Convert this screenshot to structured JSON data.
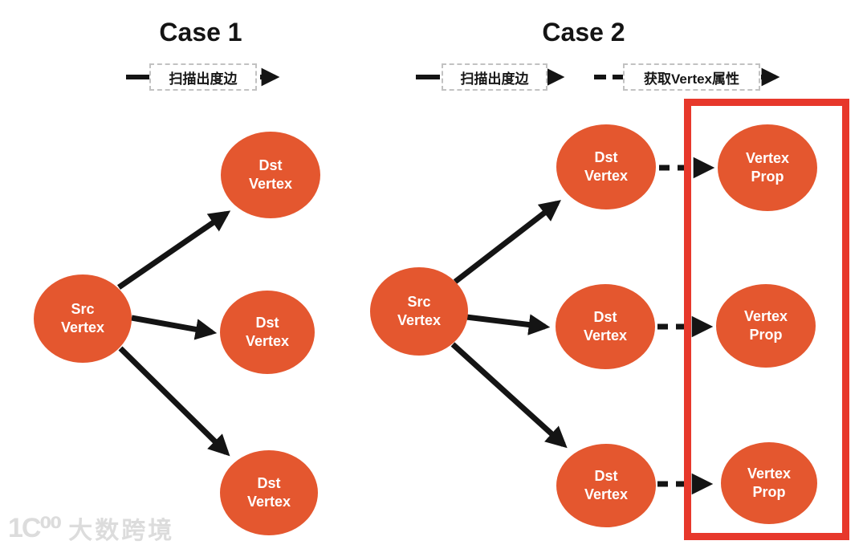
{
  "colors": {
    "node_fill": "#E4572F",
    "node_text": "#FFFFFF",
    "highlight_box": "#E7382B",
    "edge": "#141414",
    "title_text": "#141414",
    "legend_border": "#C2C2C2",
    "watermark": "#DCDCDC"
  },
  "case1": {
    "title": "Case 1",
    "legend": {
      "items": [
        {
          "label": "扫描出度边",
          "line_style": "solid"
        }
      ]
    },
    "src": {
      "line1": "Src",
      "line2": "Vertex"
    },
    "dst": [
      {
        "line1": "Dst",
        "line2": "Vertex"
      },
      {
        "line1": "Dst",
        "line2": "Vertex"
      },
      {
        "line1": "Dst",
        "line2": "Vertex"
      }
    ]
  },
  "case2": {
    "title": "Case 2",
    "legend": {
      "items": [
        {
          "label": "扫描出度边",
          "line_style": "solid"
        },
        {
          "label": "获取Vertex属性",
          "line_style": "dashed"
        }
      ]
    },
    "src": {
      "line1": "Src",
      "line2": "Vertex"
    },
    "dst": [
      {
        "line1": "Dst",
        "line2": "Vertex"
      },
      {
        "line1": "Dst",
        "line2": "Vertex"
      },
      {
        "line1": "Dst",
        "line2": "Vertex"
      }
    ],
    "prop": [
      {
        "line1": "Vertex",
        "line2": "Prop"
      },
      {
        "line1": "Vertex",
        "line2": "Prop"
      },
      {
        "line1": "Vertex",
        "line2": "Prop"
      }
    ]
  },
  "watermark": {
    "logo_glyph": "1Ϲ⁰⁰",
    "text": "大数跨境"
  }
}
